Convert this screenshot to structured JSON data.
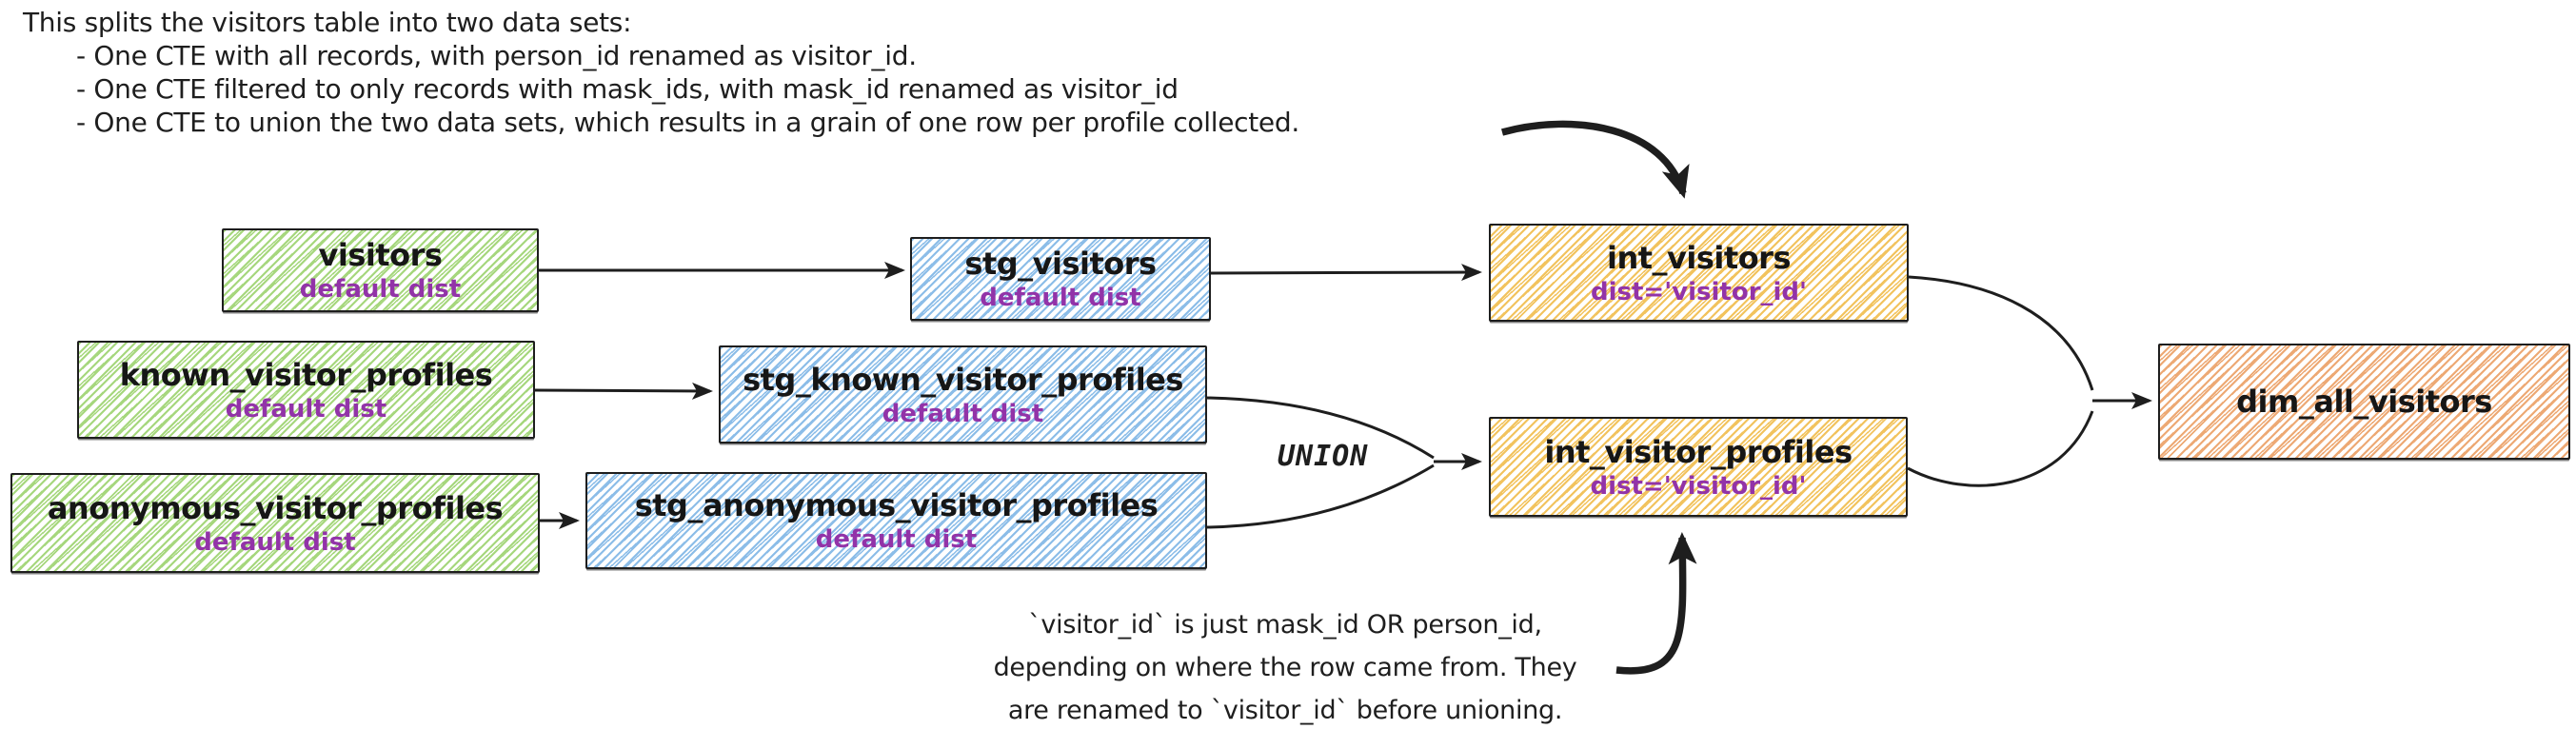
{
  "palette": {
    "ink": "#1e1e1e",
    "green": "#a6d77d",
    "blue": "#8cbde8",
    "yellow": "#f2c35e",
    "orange": "#eda974",
    "purple": "#9233a8"
  },
  "top_note": {
    "intro": "This splits the visitors table into two data sets:",
    "bullets": [
      "- One CTE with all records, with person_id renamed as visitor_id.",
      "- One CTE filtered to only records with mask_ids, with mask_id renamed as visitor_id",
      "- One CTE to union the two data sets, which results in a grain of one row per profile collected."
    ]
  },
  "union_label": "UNION",
  "bottom_note": {
    "lines": [
      "`visitor_id` is just mask_id OR person_id,",
      "depending on where the row came from. They",
      "are renamed to `visitor_id` before unioning."
    ]
  },
  "nodes": [
    {
      "id": "visitors",
      "title": "visitors",
      "subtitle": "default dist",
      "color": "green"
    },
    {
      "id": "stg_visitors",
      "title": "stg_visitors",
      "subtitle": "default dist",
      "color": "blue"
    },
    {
      "id": "int_visitors",
      "title": "int_visitors",
      "subtitle": "dist='visitor_id'",
      "color": "yellow"
    },
    {
      "id": "known_visitor_profiles",
      "title": "known_visitor_profiles",
      "subtitle": "default dist",
      "color": "green"
    },
    {
      "id": "stg_known_visitor_profiles",
      "title": "stg_known_visitor_profiles",
      "subtitle": "default dist",
      "color": "blue"
    },
    {
      "id": "anonymous_visitor_profiles",
      "title": "anonymous_visitor_profiles",
      "subtitle": "default dist",
      "color": "green"
    },
    {
      "id": "stg_anonymous_visitor_profiles",
      "title": "stg_anonymous_visitor_profiles",
      "subtitle": "default dist",
      "color": "blue"
    },
    {
      "id": "int_visitor_profiles",
      "title": "int_visitor_profiles",
      "subtitle": "dist='visitor_id'",
      "color": "yellow"
    },
    {
      "id": "dim_all_visitors",
      "title": "dim_all_visitors",
      "subtitle": "",
      "color": "orange"
    }
  ]
}
